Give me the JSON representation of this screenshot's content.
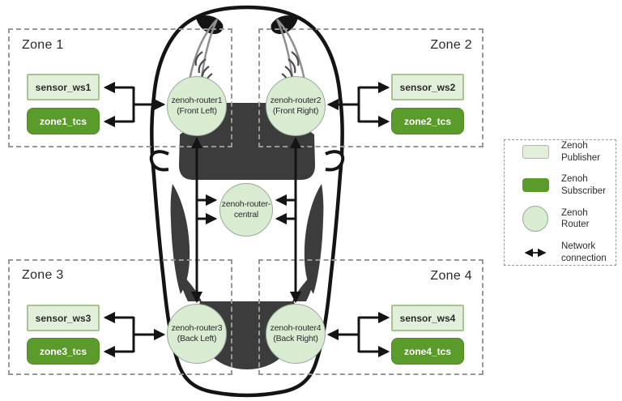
{
  "diagram": {
    "zones": [
      {
        "label": "Zone 1",
        "publisher": "sensor_ws1",
        "subscriber": "zone1_tcs"
      },
      {
        "label": "Zone 2",
        "publisher": "sensor_ws2",
        "subscriber": "zone2_tcs"
      },
      {
        "label": "Zone 3",
        "publisher": "sensor_ws3",
        "subscriber": "zone3_tcs"
      },
      {
        "label": "Zone 4",
        "publisher": "sensor_ws4",
        "subscriber": "zone4_tcs"
      }
    ],
    "routers": {
      "front_left": {
        "line1": "zenoh-router1",
        "line2": "(Front Left)"
      },
      "front_right": {
        "line1": "zenoh-router2",
        "line2": "(Front Right)"
      },
      "central": {
        "line1": "zenoh-router-",
        "line2": "central"
      },
      "back_left": {
        "line1": "zenoh-router3",
        "line2": "(Back Left)"
      },
      "back_right": {
        "line1": "zenoh-router4",
        "line2": "(Back Right)"
      }
    },
    "legend": {
      "items": [
        {
          "icon": "publisher-swatch",
          "line1": "Zenoh",
          "line2": "Publisher"
        },
        {
          "icon": "subscriber-swatch",
          "line1": "Zenoh",
          "line2": "Subscriber"
        },
        {
          "icon": "router-circle",
          "line1": "Zenoh",
          "line2": "Router"
        },
        {
          "icon": "network-arrow",
          "line1": "Network",
          "line2": "connection"
        }
      ]
    }
  },
  "colors": {
    "publisher_fill": "#e2efda",
    "publisher_border": "#a6c490",
    "subscriber_fill": "#5b9b2b",
    "router_fill": "#d9ecd2",
    "router_border": "#95ab95",
    "line": "#141414",
    "zone_border": "#979797",
    "text_dark": "#2b2b2b",
    "car_dark": "#3c3c3c"
  }
}
